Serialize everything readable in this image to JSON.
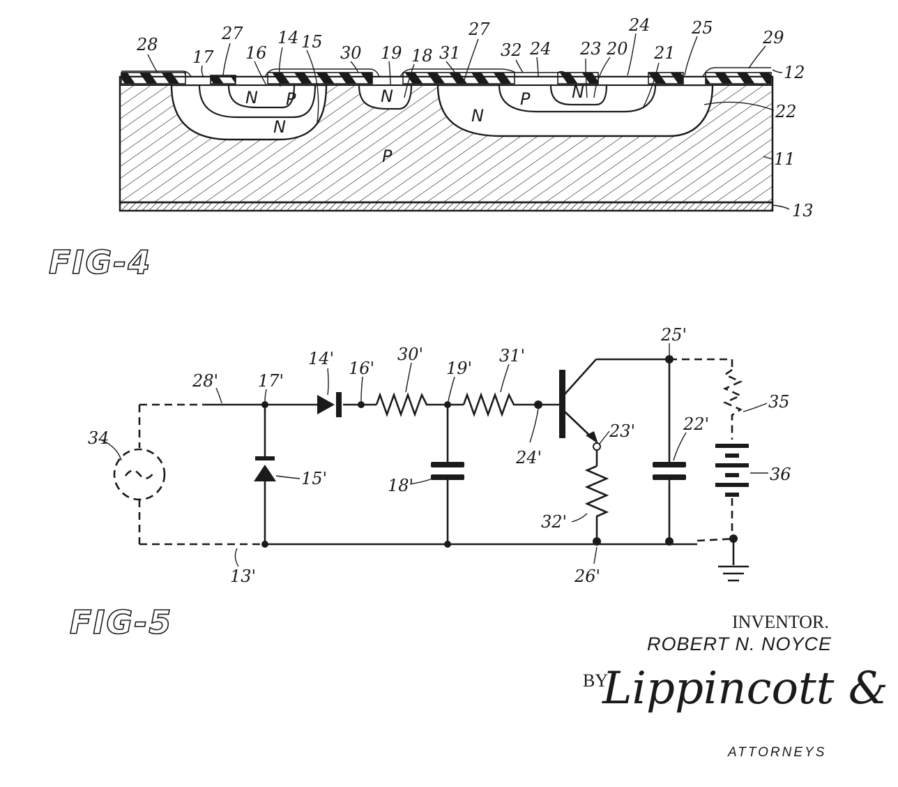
{
  "fig4": {
    "title": "FIG-4",
    "ref_labels": {
      "l28": "28",
      "l17": "17",
      "l27a": "27",
      "l16": "16",
      "l14": "14",
      "l15": "15",
      "l30": "30",
      "l19": "19",
      "l18": "18",
      "l31": "31",
      "l27b": "27",
      "l32": "32",
      "l24a": "24",
      "l23": "23",
      "l20": "20",
      "l24b": "24",
      "l21": "21",
      "l25": "25",
      "l29": "29",
      "l12": "12",
      "l22": "22",
      "l11": "11",
      "l13": "13"
    },
    "regions": {
      "r_n1": "N",
      "r_p1": "P",
      "r_n2": "N",
      "r_n3": "N",
      "r_p_sub": "P",
      "r_n4": "N",
      "r_p2": "P",
      "r_n5": "N"
    }
  },
  "fig5": {
    "title": "FIG-5",
    "ref_labels": {
      "l28p": "28'",
      "l17p": "17'",
      "l14p": "14'",
      "l16p": "16'",
      "l30p": "30'",
      "l19p": "19'",
      "l31p": "31'",
      "l25p": "25'",
      "l35": "35",
      "l34": "34",
      "l15p": "15'",
      "l18p": "18'",
      "l24p": "24'",
      "l23p": "23'",
      "l22p": "22'",
      "l36": "36",
      "l32p": "32'",
      "l13p": "13'",
      "l26p": "26'"
    }
  },
  "signature": {
    "inventor_heading": "INVENTOR.",
    "inventor_name": "ROBERT N. NOYCE",
    "by": "BY",
    "signature_text": "Lippincott & Ralls",
    "attorneys": "ATTORNEYS"
  },
  "colors": {
    "ink": "#1a1a1a",
    "paper": "#ffffff"
  }
}
